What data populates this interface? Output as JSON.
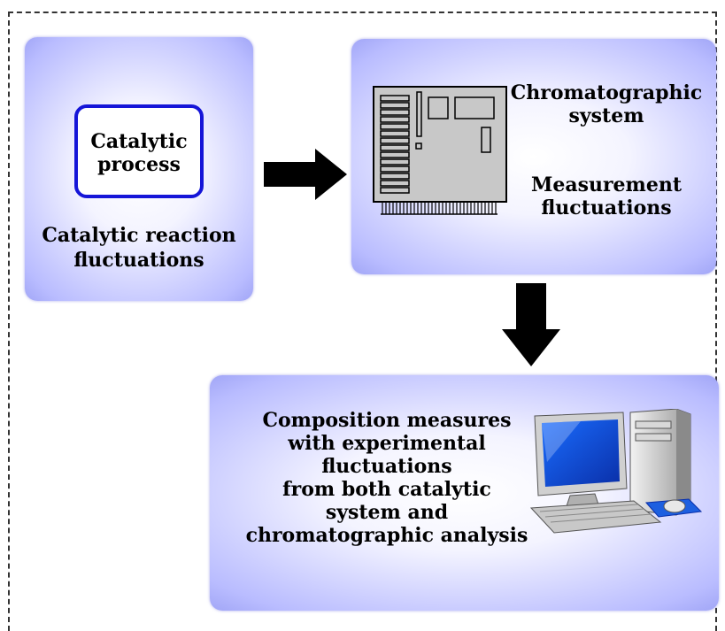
{
  "panels": {
    "catalytic": {
      "inner_label": "Catalytic process",
      "label_line1": "Catalytic reaction",
      "label_line2": "fluctuations"
    },
    "chromatographic": {
      "system_line1": "Chromatographic",
      "system_line2": "system",
      "measure_line1": "Measurement",
      "measure_line2": "fluctuations",
      "icon": "chromatograph-device-icon"
    },
    "composition": {
      "lines": [
        "Composition measures",
        "with experimental",
        "fluctuations",
        "from both catalytic",
        "system and",
        "chromatographic analysis"
      ],
      "icon": "desktop-computer-icon"
    }
  },
  "colors": {
    "panel_edge": "#9da2f5",
    "inner_border": "#1515d8",
    "arrow": "#000000"
  }
}
